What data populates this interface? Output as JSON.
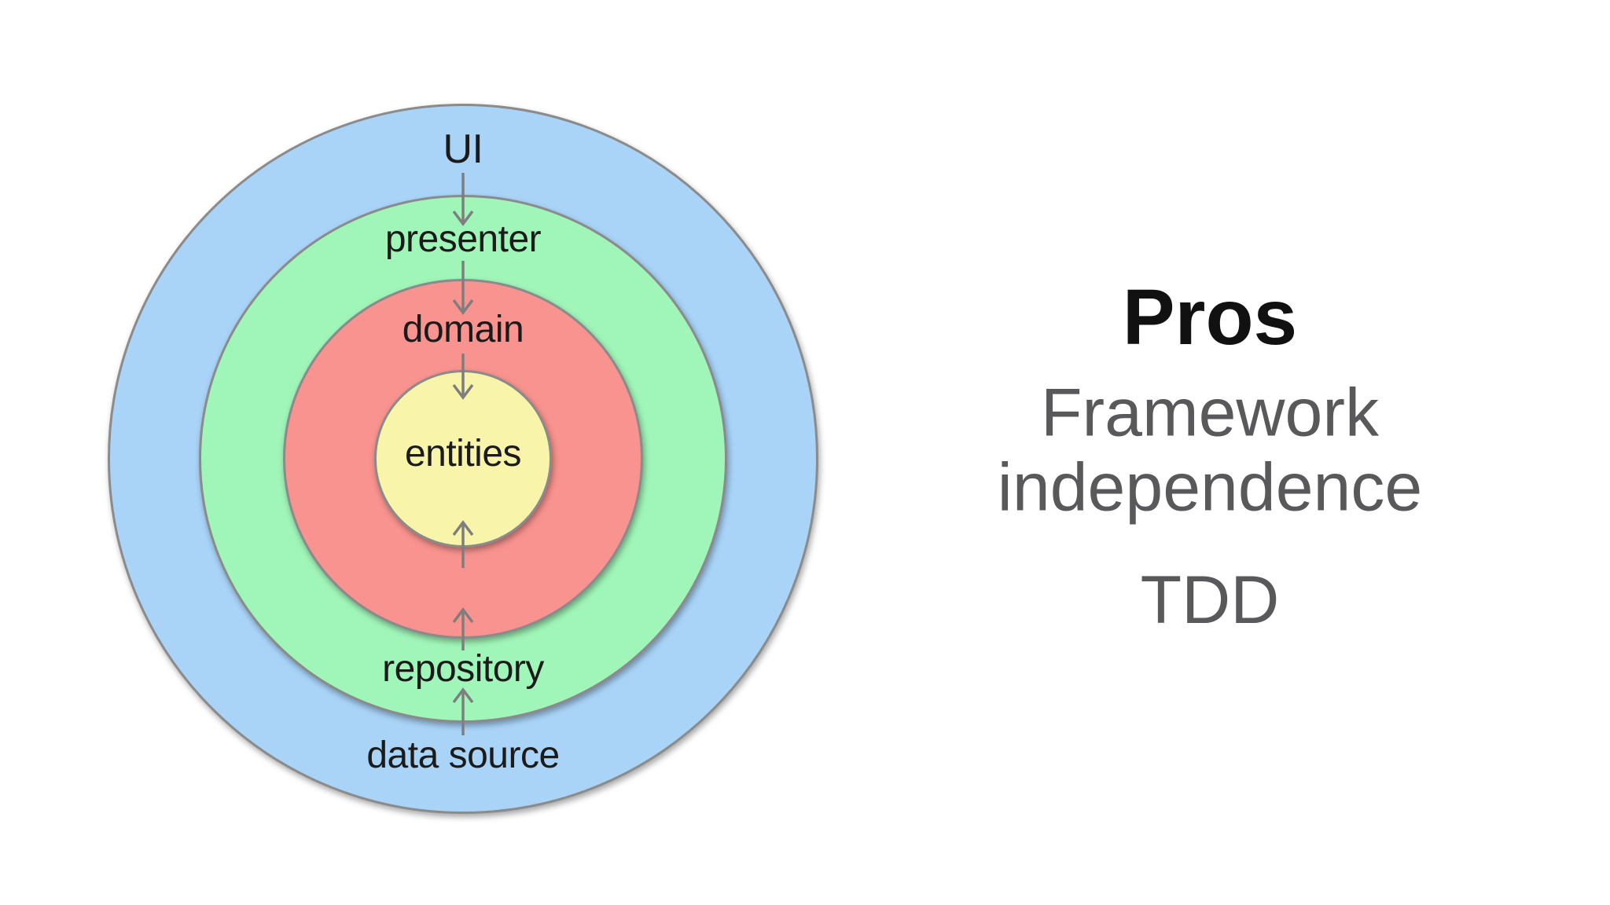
{
  "diagram": {
    "layers": [
      {
        "label": "UI",
        "color": "#a9d4f8"
      },
      {
        "label": "presenter",
        "color": "#a0f6b9"
      },
      {
        "label": "domain",
        "color": "#f9938f"
      },
      {
        "label": "entities",
        "color": "#f8f5ab"
      }
    ],
    "bottom_labels": [
      {
        "label": "repository"
      },
      {
        "label": "data source"
      }
    ],
    "arrows": [
      {
        "from": "UI",
        "to": "presenter",
        "direction": "inward"
      },
      {
        "from": "presenter",
        "to": "domain",
        "direction": "inward"
      },
      {
        "from": "domain",
        "to": "entities",
        "direction": "inward"
      },
      {
        "from": "data source",
        "to": "repository",
        "direction": "inward"
      },
      {
        "from": "repository",
        "to": "domain",
        "direction": "inward"
      },
      {
        "from": "domain",
        "to": "entities",
        "direction": "inward"
      }
    ]
  },
  "pros_panel": {
    "heading": "Pros",
    "items": [
      "Framework independence",
      "TDD"
    ]
  },
  "colors": {
    "ring_ui": "#a9d4f8",
    "ring_presenter": "#a0f6b9",
    "ring_domain": "#f9938f",
    "ring_entities": "#f8f5ab",
    "ring_border": "#8b8b8b",
    "arrow": "#7e7e7e",
    "label_text": "#1b1b1b",
    "heading_text": "#111111",
    "body_text": "#59595b",
    "background": "#ffffff"
  }
}
